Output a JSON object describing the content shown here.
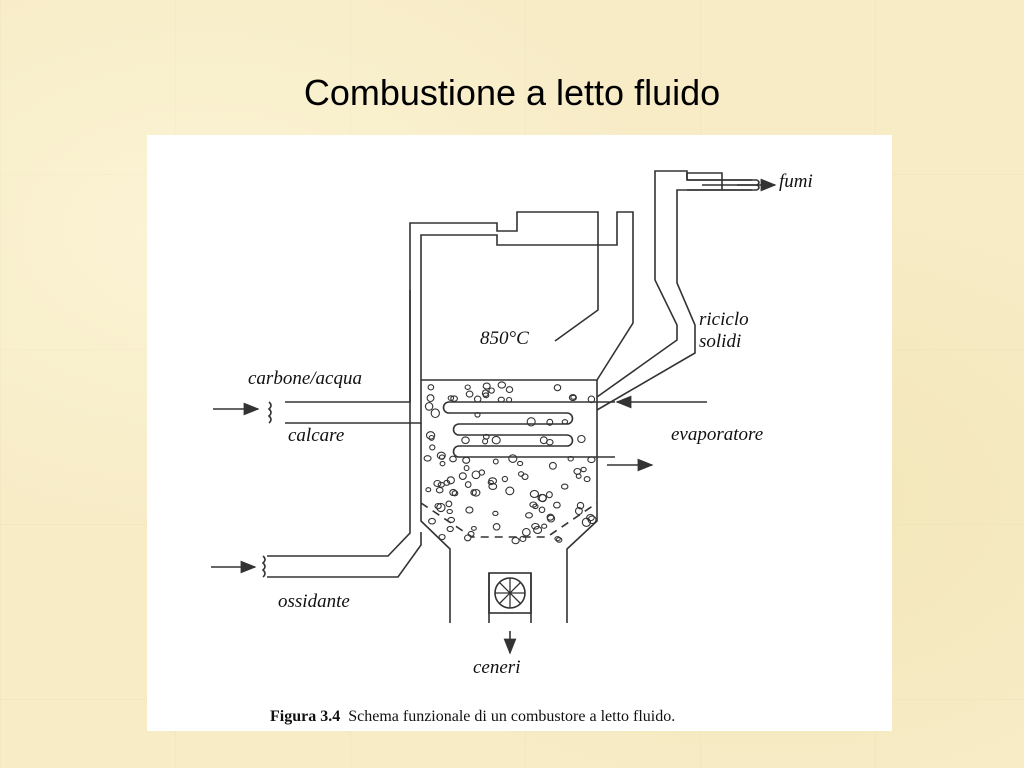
{
  "slide": {
    "title": "Combustione  a letto fluido"
  },
  "diagram": {
    "labels": {
      "fumi": "fumi",
      "temperature": "850°C",
      "riciclo": "riciclo",
      "solidi": "solidi",
      "carbone_acqua": "carbone/acqua",
      "calcare": "calcare",
      "evaporatore": "evaporatore",
      "ossidante": "ossidante",
      "ceneri": "ceneri"
    },
    "caption": {
      "number": "Figura 3.4",
      "text": "Schema funzionale di un combustore a letto fluido."
    }
  }
}
